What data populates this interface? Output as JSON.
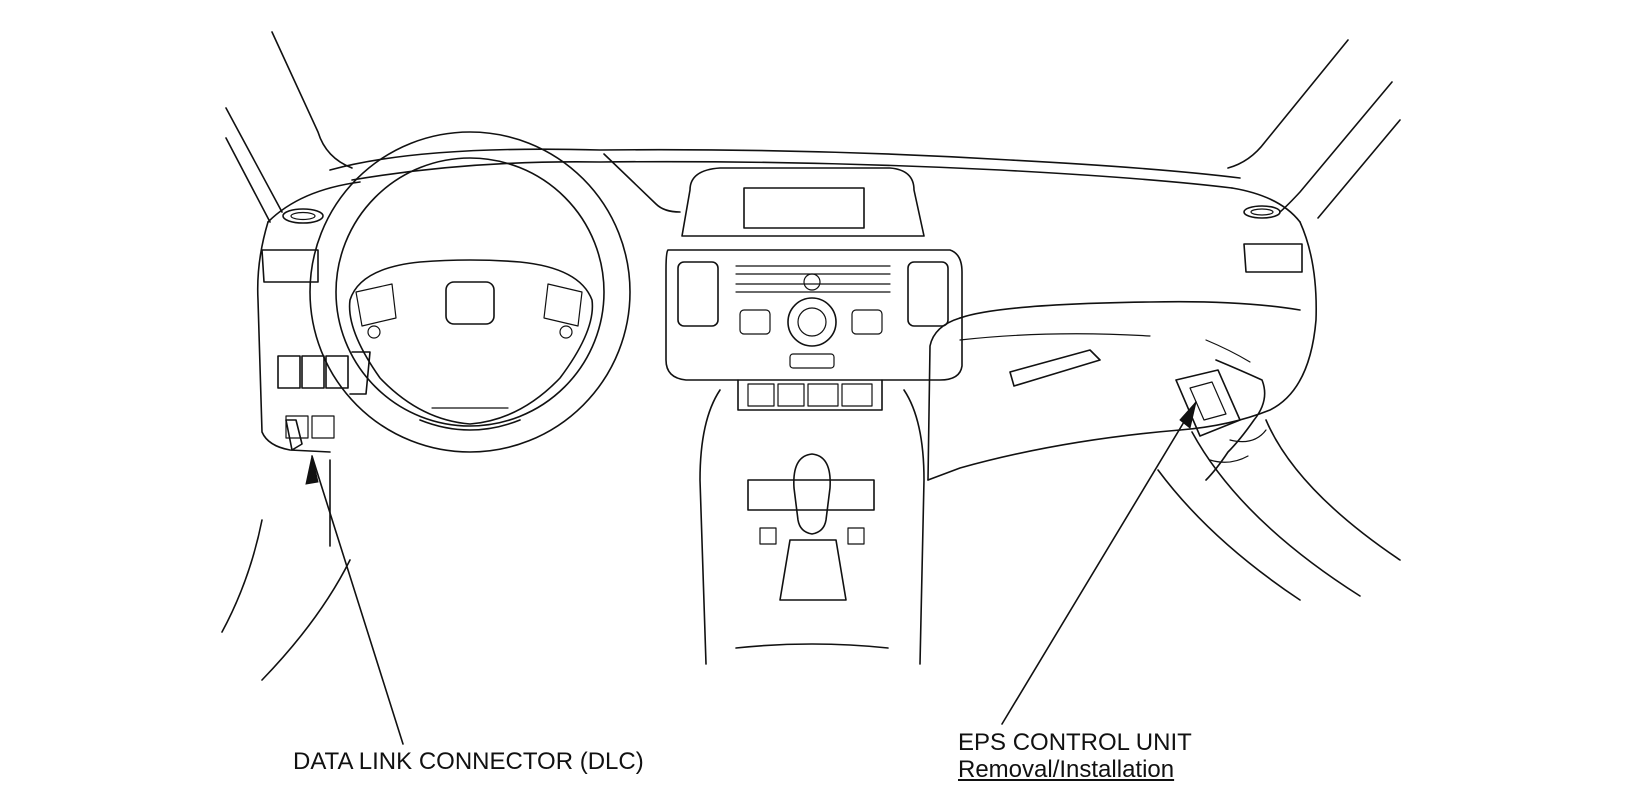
{
  "callouts": {
    "dlc": {
      "label": "DATA LINK CONNECTOR (DLC)"
    },
    "eps": {
      "label": "EPS CONTROL UNIT",
      "link_text": "Removal/Installation"
    }
  },
  "colors": {
    "line": "#111111",
    "background": "#ffffff"
  }
}
